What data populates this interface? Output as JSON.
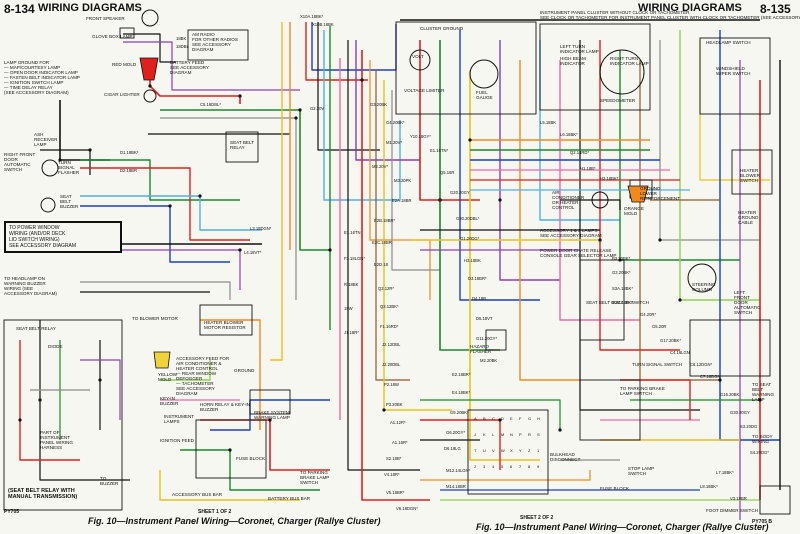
{
  "header": {
    "left_page": "8-134",
    "left_title": "WIRING DIAGRAMS",
    "right_title": "WIRING DIAGRAMS",
    "right_page": "8-135"
  },
  "captions": {
    "left": "Fig. 10—Instrument Panel Wiring—Coronet, Charger (Rallye Cluster)",
    "right": "Fig. 10—Instrument Panel Wiring—Coronet, Charger (Rallye Cluster)",
    "left_sheet": "SHEET 1 OF 2",
    "right_sheet": "SHEET 2 OF 2",
    "left_code": "PY705",
    "right_code": "PY705 B"
  },
  "boxed_note": "TO POWER WINDOW\nWIRING (AND/OR DECK\nLID SWITCH WIRING)\nSEE ACCESSORY DIAGRAM",
  "seat_belt_box_title": "(SEAT BELT RELAY WITH\nMANUAL TRANSMISSION)",
  "components": [
    {
      "id": "front-speaker",
      "text": "FRONT SPEAKER"
    },
    {
      "id": "glove-box-lamp",
      "text": "GLOVE BOX LAMP"
    },
    {
      "id": "am-radio",
      "text": "AM RADIO\nFOR OTHER RADIOS\nSEE ACCESSORY\nDIAGRAM"
    },
    {
      "id": "red-mold",
      "text": "RED MOLD"
    },
    {
      "id": "battery-feed",
      "text": "BATTERY FEED\nSEE ACCESSORY\nDIAGRAM"
    },
    {
      "id": "cigar-lighter",
      "text": "CIGAR LIGHTER"
    },
    {
      "id": "lamp-ground",
      "text": "LAMP GROUND FOR\n— MAP/COURTESY LAMP\n— OPEN DOOR INDICATOR LAMP\n— FASTEN BELT INDICATOR LAMP\n— IGNITION SWITCH LAMP\n— TIME DELAY RELAY\n(SEE ACCESSORY DIAGRAM)"
    },
    {
      "id": "ash-receiver-lamp",
      "text": "ASH\nRECEIVER\nLAMP"
    },
    {
      "id": "right-front-door-switch",
      "text": "RIGHT FRONT\nDOOR\nAUTOMATIC\nSWITCH"
    },
    {
      "id": "turn-signal-flasher",
      "text": "TURN\nSIGNAL\nFLASHER"
    },
    {
      "id": "seat-belt-buzzer",
      "text": "SEAT\nBELT\nBUZZER"
    },
    {
      "id": "seat-belt-relay",
      "text": "SEAT BELT\nRELAY"
    },
    {
      "id": "headlamp-warning-buzzer",
      "text": "TO HEADLAMP ON\nWARNING BUZZER\nWIRING (SEE\nACCESSORY DIAGRAM)"
    },
    {
      "id": "blower-motor",
      "text": "TO BLOWER MOTOR"
    },
    {
      "id": "heater-blower-resistor",
      "text": "HEATER BLOWER\nMOTOR RESISTOR"
    },
    {
      "id": "accessory-feed",
      "text": "ACCESSORY FEED FOR\nAIR CONDITIONER &\nHEATER CONTROL\n— REAR WINDOW\nDEFOGGER\n— TACHOMETER\nSEE ACCESSORY\nDIAGRAM"
    },
    {
      "id": "yellow-mold",
      "text": "YELLOW\nMOLD"
    },
    {
      "id": "ground-mid",
      "text": "GROUND"
    },
    {
      "id": "horn-relay",
      "text": "HORN RELAY & KEY-IN\nBUZZER"
    },
    {
      "id": "key-in-buzzer",
      "text": "KEY-IN\nBUZZER"
    },
    {
      "id": "instrument-lamps",
      "text": "INSTRUMENT\nLAMPS"
    },
    {
      "id": "ignition-feed",
      "text": "IGNITION FEED"
    },
    {
      "id": "brake-warning-lamp",
      "text": "BRAKE SYSTEM\nWARNING LAMP"
    },
    {
      "id": "fuse-block",
      "text": "FUSE BLOCK"
    },
    {
      "id": "accessory-bus-bar",
      "text": "ACCESSORY BUS BAR"
    },
    {
      "id": "battery-bus-bar",
      "text": "BATTERY BUS BAR"
    },
    {
      "id": "parking-brake-lamp-switch-l",
      "text": "TO PARKING\nBRAKE LAMP\nSWITCH"
    },
    {
      "id": "seat-belt-relay-box",
      "text": "SEAT BELT RELAY"
    },
    {
      "id": "diode",
      "text": "DIODE"
    },
    {
      "id": "instrument-panel-harness",
      "text": "PART OF\nINSTRUMENT\nPANEL WIRING\nHARNESS"
    },
    {
      "id": "to-buzzer",
      "text": "TO\nBUZZER"
    },
    {
      "id": "cluster-ground",
      "text": "CLUSTER GROUND"
    },
    {
      "id": "volt-meter",
      "text": "VOLT"
    },
    {
      "id": "voltage-limiter",
      "text": "VOLTAGE LIMITER"
    },
    {
      "id": "fuel-gauge",
      "text": "FUEL\nGAUGE"
    },
    {
      "id": "instrument-cluster",
      "text": "INSTRUMENT PANEL CLUSTER WITHOUT CLOCK OR TACHOMETER\nSEE CLOCK OR TACHOMETER FOR INSTRUMENT PANEL CLUSTER WITH CLOCK OR TACHOMETER (SEE ACCESSORY DIAGRAM)"
    },
    {
      "id": "left-turn-indicator",
      "text": "LEFT TURN\nINDICATOR LAMP"
    },
    {
      "id": "high-beam-indicator",
      "text": "HIGH BEAM\nINDICATOR"
    },
    {
      "id": "right-turn-indicator",
      "text": "RIGHT TURN\nINDICATOR LAMP"
    },
    {
      "id": "speedometer",
      "text": "SPEEDOMETER"
    },
    {
      "id": "headlamp-switch",
      "text": "HEADLAMP SWITCH"
    },
    {
      "id": "windshield-wiper-switch",
      "text": "WINDSHIELD\nWIPER SWITCH"
    },
    {
      "id": "heater-blower-switch",
      "text": "HEATER\nBLOWER\nSWITCH"
    },
    {
      "id": "heater-ground-cable",
      "text": "HEATER\nGROUND\nCABLE"
    },
    {
      "id": "ac-heater-control",
      "text": "AIR\nCONDITIONER\nOR HEATER\nCONTROL"
    },
    {
      "id": "orange-mold",
      "text": "ORANGE\nMOLD"
    },
    {
      "id": "ground-lower-reinforcement",
      "text": "GROUND\nLOWER\nREINFORCEMENT"
    },
    {
      "id": "accessory-lamps",
      "text": "ACCESSORY 1 & 2 LAMPS\nSEE ACCESSORY DIAGRAM"
    },
    {
      "id": "power-door-release",
      "text": "POWER DOOR CHATE RELEASE\nCONSOLE GEAR SELECTOR LAMP"
    },
    {
      "id": "steering-column",
      "text": "STEERING\nCOLUMN"
    },
    {
      "id": "left-front-door-switch",
      "text": "LEFT\nFRONT\nDOOR\nAUTOMATIC\nSWITCH"
    },
    {
      "id": "seat-belt-buzzer-switch",
      "text": "SEAT BELT BUZZER SWITCH"
    },
    {
      "id": "hazard-flasher",
      "text": "HAZARD\nFLASHER"
    },
    {
      "id": "turn-signal-switch",
      "text": "TURN SIGNAL SWITCH"
    },
    {
      "id": "parking-brake-lamp-switch-r",
      "text": "TO PARKING BRAKE\nLAMP SWITCH"
    },
    {
      "id": "bulkhead-disconnect",
      "text": "BULKHEAD\nDISCONNECT"
    },
    {
      "id": "stop-lamp-switch",
      "text": "STOP LAMP\nSWITCH"
    },
    {
      "id": "fuse-block-r",
      "text": "FUSE BLOCK"
    },
    {
      "id": "seat-belt-warning-lamp",
      "text": "TO SEAT\nBELT\nWARNING\nLAMP"
    },
    {
      "id": "body-wiring",
      "text": "TO BODY\nWIRING"
    },
    {
      "id": "foot-dimmer-switch",
      "text": "FOOT DIMMER SWITCH"
    }
  ],
  "wire_labels": [
    "X10A.18BK*",
    "X10B.18BK",
    "18BK",
    "18DBL",
    "D1.18BK*",
    "D2.18BR",
    "L3.18DGN*",
    "L4.18VT*",
    "C5.16DBL*",
    "G2.20V",
    "G3.20BK",
    "G4.20BK*",
    "M1.20V*",
    "M2.20V*",
    "M3.20PK",
    "E2A.18BR",
    "E2B.18BR*",
    "E2C.18BR",
    "E2D.18",
    "Q2.12R*",
    "Q3.12BK*",
    "F1.16RD*",
    "J2.12DBL",
    "J2.20DBL",
    "P2.18W",
    "P3.20BK",
    "A1.12R*",
    "A1.16R*",
    "S2.18B*",
    "V4.18R*",
    "V5.18BR*",
    "V6.18DGN*",
    "Y10.18GY*",
    "E1.16TN*",
    "Q5.16R",
    "G20.20GY",
    "G30.20DBL*",
    "G1.20DG*",
    "H3.18BK",
    "D3.18BR*",
    "D4.18R",
    "D5.18VT",
    "G11.20GY*",
    "M2.20BK",
    "E2.18BR*",
    "E4.18BK*",
    "G9.20BK*",
    "G6.20GY*",
    "D6.18LG",
    "M12.14LGN*",
    "M14.18BR",
    "L5.18BK",
    "L6.18BK*",
    "Q2.14RD*",
    "H1.18B*",
    "H2.18BK*",
    "B3.20BK*",
    "G3.20BK*",
    "S3A.18BK*",
    "S3B.18BK*",
    "G4.20R*",
    "G5.20R",
    "G17.20BK*",
    "C4.16LGN",
    "C6.12DGN*",
    "C7.18DGN",
    "G16.20BK",
    "G30.20GY",
    "S3.20DG",
    "S4.20DG*",
    "L7.18BK*",
    "L8.18BK*",
    "V3.18BR",
    "E1.16TN",
    "F3.18LGN*",
    "R.18BK",
    "18W",
    "J1.18R*"
  ],
  "connector_labels": [
    "A",
    "B",
    "C",
    "D",
    "E",
    "F",
    "G",
    "H",
    "J",
    "K",
    "L",
    "M",
    "N",
    "P",
    "R",
    "S",
    "T",
    "U",
    "V",
    "W",
    "X",
    "Y",
    "Z",
    "1",
    "2",
    "3",
    "4",
    "5",
    "6",
    "7",
    "8",
    "9"
  ]
}
